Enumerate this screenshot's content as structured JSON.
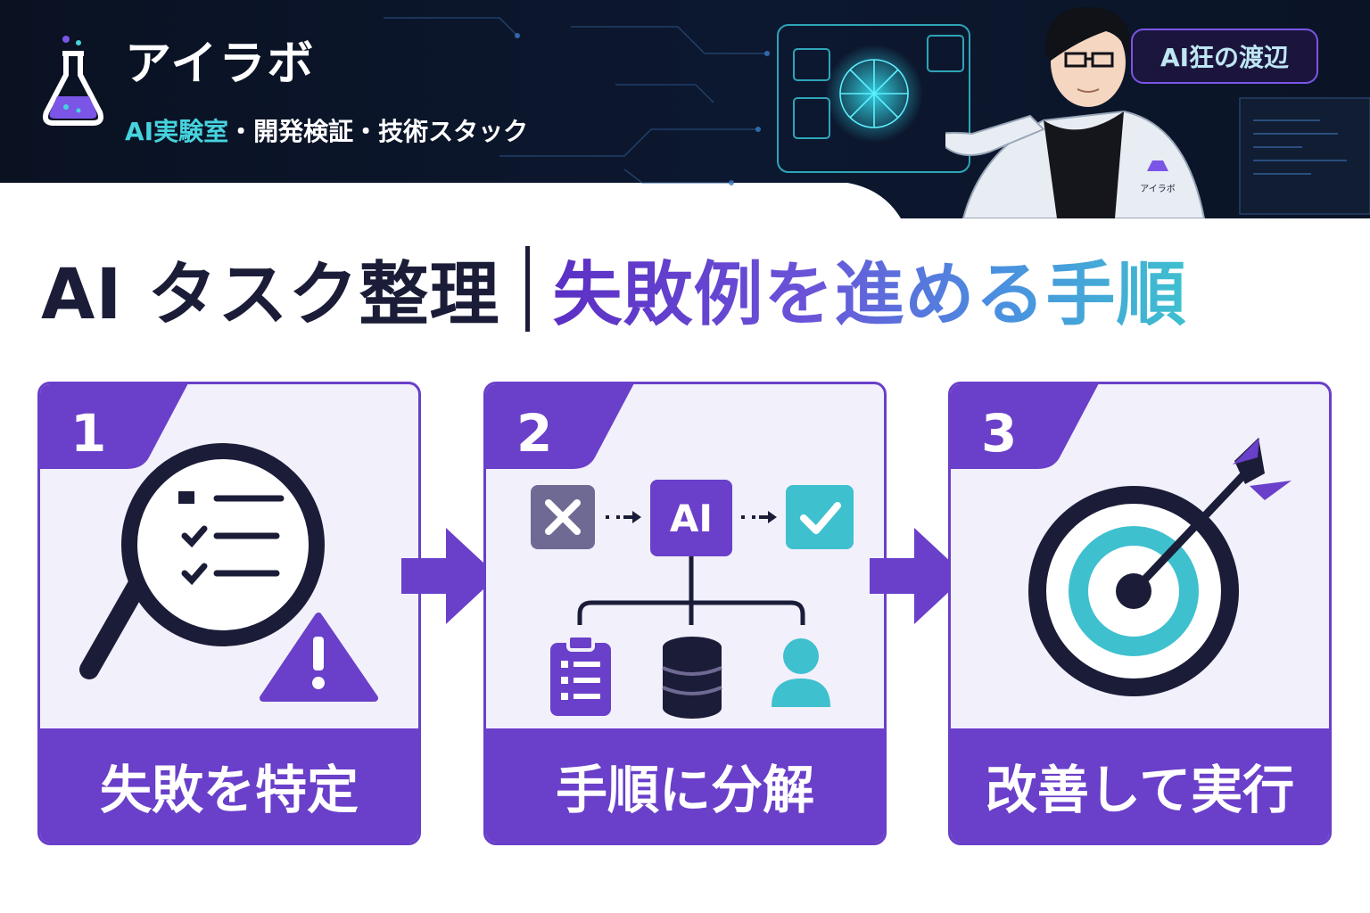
{
  "brand": {
    "name": "アイラボ",
    "tagline_accent": "AI実験室",
    "tagline_rest": "・開発検証・技術スタック",
    "badge": "AI狂の渡辺",
    "coat_label": "アイラボ"
  },
  "title": {
    "main": "AI タスク整理",
    "accent": "失敗例を進める手順"
  },
  "steps": [
    {
      "number": "1",
      "label": "失敗を特定"
    },
    {
      "number": "2",
      "label": "手順に分解",
      "flow_center": "AI"
    },
    {
      "number": "3",
      "label": "改善して実行"
    }
  ],
  "colors": {
    "primary": "#6a3fc9",
    "dark": "#1b1d38",
    "teal": "#3ec0cf",
    "card_bg": "#f1f0fb",
    "header_bg": "#0b1426"
  },
  "icons": [
    "flask-icon",
    "magnifier-icon",
    "checklist-icon",
    "warning-icon",
    "x-box-icon",
    "ai-box-icon",
    "check-box-icon",
    "clipboard-icon",
    "database-icon",
    "user-icon",
    "target-icon",
    "arrow-icon"
  ]
}
